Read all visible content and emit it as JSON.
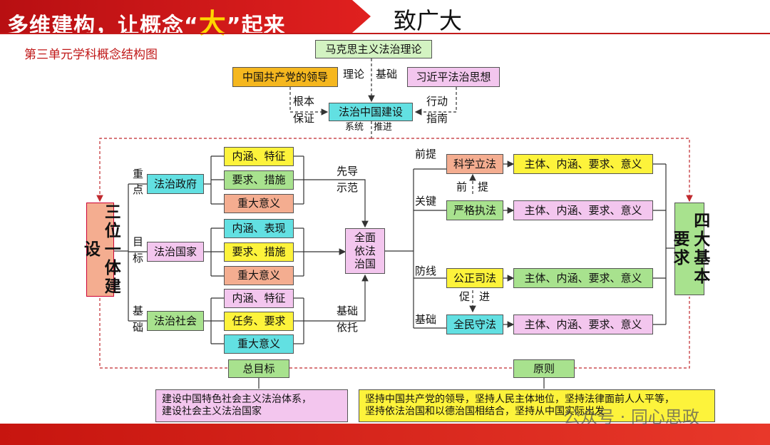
{
  "header": {
    "title_before": "多维建构，让概念“",
    "title_big": "大",
    "title_after": "”起来",
    "brand": "致广大"
  },
  "subtitle": "第三单元学科概念结构图",
  "top": {
    "marxism": "马克思主义法治理论",
    "party": "中国共产党的领导",
    "xi": "习近平法治思想",
    "core": "法治中国建设",
    "theory": "理论",
    "foundation": "基础",
    "root": "根本",
    "guarantee": "保证",
    "action": "行动",
    "guide": "指南",
    "system": "系统",
    "promote": "推进"
  },
  "left": {
    "title": "三位一体建设",
    "gov": "法治政府",
    "country": "法治国家",
    "society": "法治社会",
    "gov_items": [
      "内涵、特征",
      "要求、措施",
      "重大意义"
    ],
    "country_items": [
      "内涵、表现",
      "要求、措施",
      "重大意义"
    ],
    "society_items": [
      "内涵、特征",
      "任务、要求",
      "重大意义"
    ],
    "key1": "重",
    "key2": "点",
    "goal1": "目",
    "goal2": "标",
    "base1": "基",
    "base2": "础"
  },
  "center": {
    "title": "全面依法治国",
    "lead1": "先导",
    "lead2": "示范",
    "basic1": "基础",
    "basic2": "依托"
  },
  "right": {
    "title": "四大基本要求",
    "legis": "科学立法",
    "enforce": "严格执法",
    "judicial": "公正司法",
    "law_abiding": "全民守法",
    "detail": "主体、内涵、要求、意义",
    "premise": "前提",
    "key": "关键",
    "defense": "防线",
    "base": "基础",
    "pre1": "前",
    "pre2": "提",
    "pro1": "促",
    "pro2": "进"
  },
  "bottom": {
    "goal_label": "总目标",
    "principle_label": "原则",
    "goal_text1": "建设中国特色社会主义法治体系，",
    "goal_text2": "建设社会主义法治国家",
    "principle_text1": "坚持中国共产党的领导，坚持人民主体地位，坚持法律面前人人平等，",
    "principle_text2": "坚持依法治国和以德治国相结合，坚持从中国实际出发"
  },
  "watermark": "公众号 · 同心思政",
  "colors": {
    "banner": "#c8161a",
    "yellow": "#fdf33b",
    "green": "#a8e28e",
    "salmon": "#f4ad90",
    "cyan": "#62e0e2",
    "pink": "#f3c6ee",
    "orange": "#f5b71f"
  }
}
